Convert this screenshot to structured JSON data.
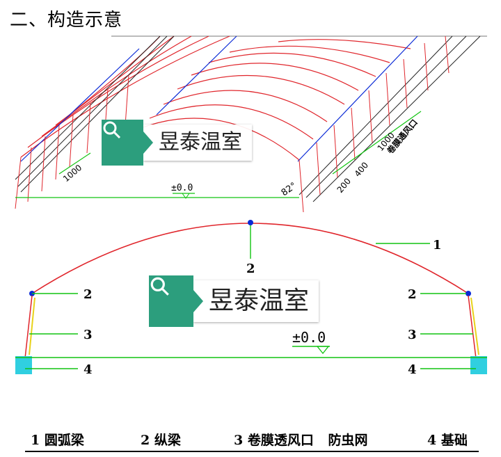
{
  "title": "二、构造示意",
  "watermark": {
    "text": "昱泰温室",
    "icon": "search-icon",
    "color": "#2c9e7d"
  },
  "perspective": {
    "dim_1000_left": "1000",
    "level_label": "±0.0",
    "angle_label": "82°",
    "dim_200": "200",
    "dim_400": "400",
    "dim_1000_right": "1000",
    "vent_label": "卷膜通风口"
  },
  "section": {
    "callout_1": "1",
    "callout_2_top": "2",
    "callout_2_left": "2",
    "callout_2_right": "2",
    "callout_3_left": "3",
    "callout_3_right": "3",
    "callout_4_left": "4",
    "callout_4_right": "4",
    "level_label": "±0.0"
  },
  "legend": [
    {
      "num": "1",
      "label": "圆弧梁"
    },
    {
      "num": "2",
      "label": "纵梁"
    },
    {
      "num": "3",
      "label": "卷膜透风口",
      "extra": "防虫网"
    },
    {
      "num": "4",
      "label": "基础"
    }
  ],
  "colors": {
    "arch": "#e0252b",
    "beam": "#0a2ad6",
    "dimension": "#11c411",
    "foundation": "#30cfe0",
    "film": "#e8d21a"
  }
}
